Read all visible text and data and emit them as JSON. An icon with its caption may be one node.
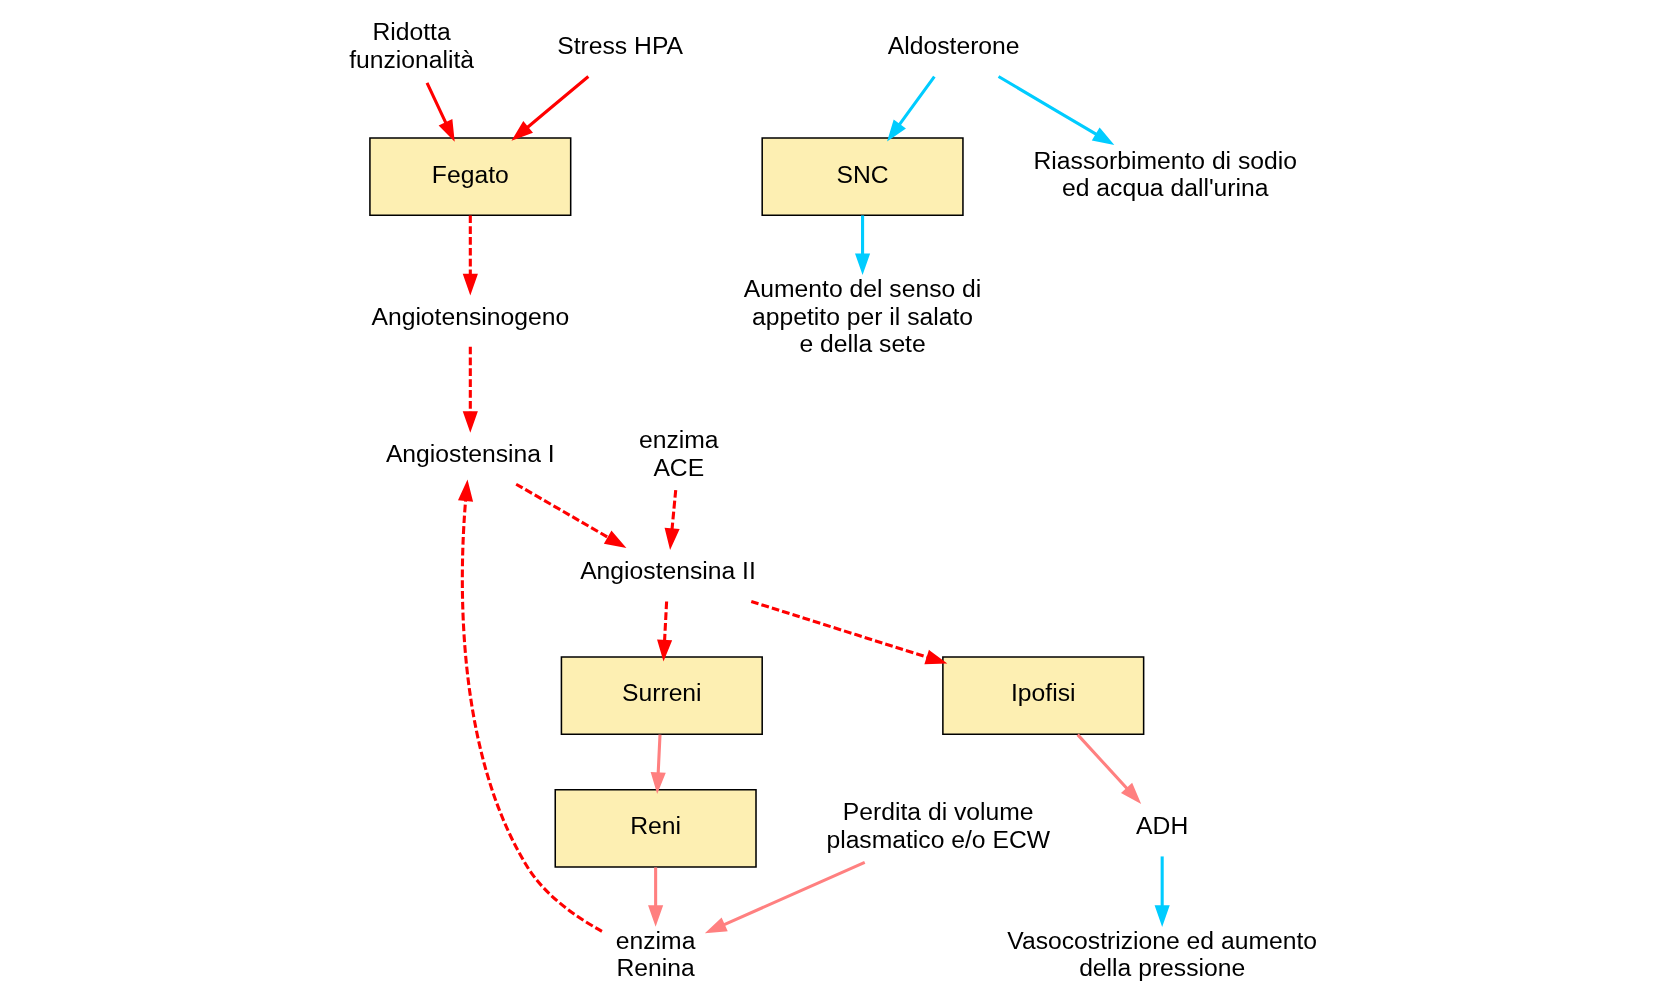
{
  "diagram": {
    "nodes": [
      {
        "text": [
          "Ridotta funzionalità"
        ]
      },
      {
        "text": [
          "Fegato"
        ]
      },
      {
        "text": [
          "Stress HPA"
        ]
      },
      {
        "text": [
          "Angiotensinogeno"
        ]
      },
      {
        "text": [
          "Perdita di volume plasmatico e/o ECW"
        ]
      },
      {
        "text": [
          "enzima Renina"
        ]
      },
      {
        "text": [
          "Reni"
        ]
      },
      {
        "text": [
          "Angiostensina I"
        ]
      },
      {
        "text": [
          "enzima ACE"
        ]
      },
      {
        "text": [
          "Surreni"
        ]
      },
      {
        "text": [
          "Angiostensina II"
        ]
      },
      {
        "text": [
          "Ipofisi"
        ]
      },
      {
        "text": [
          "ADH"
        ]
      },
      {
        "text": [
          "Aldosterone"
        ]
      },
      {
        "text": [
          "SNC"
        ]
      },
      {
        "text": [
          "Aumento del senso di appetito per il salato e della sete"
        ]
      },
      {
        "text": [
          "Riassorbimento di sodio ed acqua dall'urina"
        ]
      },
      {
        "text": [
          "Vasocostrizione ed aumento della pressione"
        ]
      }
    ],
    "edges": [
      {
        "from": 0,
        "to": 1,
        "arrow": "to"
      },
      {
        "from": 2,
        "to": 1,
        "arrow": "to"
      },
      {
        "from": 1,
        "to": 3,
        "arrow": "to",
        "style": "dashed"
      },
      {
        "from": 4,
        "to": 5,
        "arrow": "to",
        "color": "#ff8080"
      },
      {
        "from": 6,
        "to": 5,
        "arrow": "to",
        "color": "#ff8080"
      },
      {
        "from": 3,
        "to": 7,
        "arrow": "to",
        "style": "dashed"
      },
      {
        "from": 5,
        "to": 7,
        "arrow": "to",
        "style": "dashed"
      },
      {
        "from": 7,
        "to": 10,
        "arrow": "to",
        "style": "dashed"
      },
      {
        "from": 8,
        "to": 10,
        "arrow": "to",
        "style": "dashed"
      },
      {
        "from": 10,
        "to": 9,
        "arrow": "to",
        "style": "dashed"
      },
      {
        "from": 10,
        "to": 11,
        "arrow": "to",
        "style": "dashed"
      },
      {
        "from": 9,
        "to": 6,
        "arrow": "to",
        "color": "#ff8080"
      },
      {
        "from": 11,
        "to": 12,
        "arrow": "to",
        "color": "#ff8080"
      },
      {
        "from": 13,
        "to": 14,
        "arrow": "to",
        "color": "#00ccff"
      },
      {
        "from": 13,
        "to": 16,
        "arrow": "to",
        "color": "#00ccff"
      },
      {
        "from": 14,
        "to": 15,
        "arrow": "to",
        "color": "#00ccff"
      },
      {
        "from": 12,
        "to": 17,
        "arrow": "to",
        "color": "#00ccff"
      }
    ]
  }
}
